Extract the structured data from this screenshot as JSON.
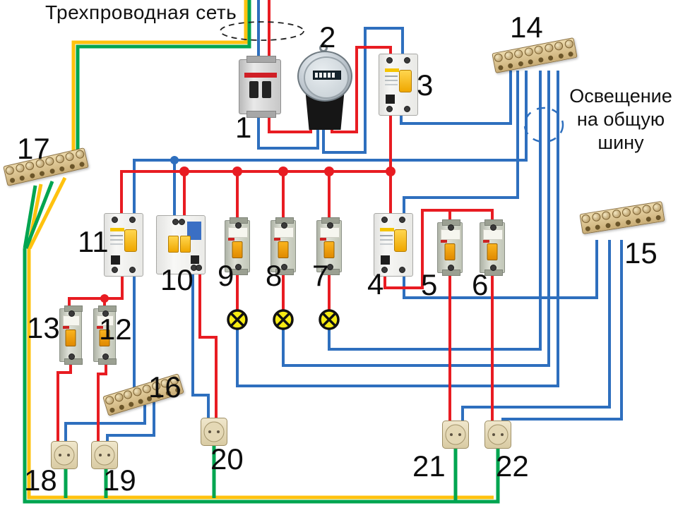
{
  "title": "Трехпроводная сеть",
  "annotation": {
    "lines": [
      "Освещение",
      "на общую",
      "шину"
    ]
  },
  "labels": {
    "n1": "1",
    "n2": "2",
    "n3": "3",
    "n4": "4",
    "n5": "5",
    "n6": "6",
    "n7": "7",
    "n8": "8",
    "n9": "9",
    "n10": "10",
    "n11": "11",
    "n12": "12",
    "n13": "13",
    "n14": "14",
    "n15": "15",
    "n16": "16",
    "n17": "17",
    "n18": "18",
    "n19": "19",
    "n20": "20",
    "n21": "21",
    "n22": "22"
  },
  "colors": {
    "phase_wire": "#e81c22",
    "neutral_wire": "#2e6fbe",
    "pe_green": "#00a550",
    "pe_yellow": "#ffc20e",
    "bus_bar_brass": "#d4b87f",
    "lamp_yellow": "#f7ec13",
    "background": "#ffffff"
  }
}
